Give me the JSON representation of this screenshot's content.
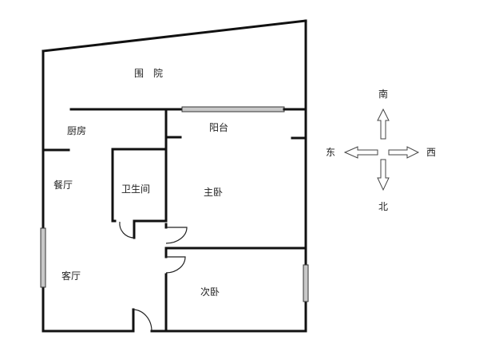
{
  "plan": {
    "rooms": [
      {
        "id": "courtyard",
        "label": "围　院"
      },
      {
        "id": "kitchen",
        "label": "厨房"
      },
      {
        "id": "balcony",
        "label": "阳台"
      },
      {
        "id": "dining",
        "label": "餐厅"
      },
      {
        "id": "bathroom",
        "label": "卫生间"
      },
      {
        "id": "master-bedroom",
        "label": "主卧"
      },
      {
        "id": "living-room",
        "label": "客厅"
      },
      {
        "id": "second-bedroom",
        "label": "次卧"
      }
    ]
  },
  "compass": {
    "south": "南",
    "north": "北",
    "east": "东",
    "west": "西"
  }
}
